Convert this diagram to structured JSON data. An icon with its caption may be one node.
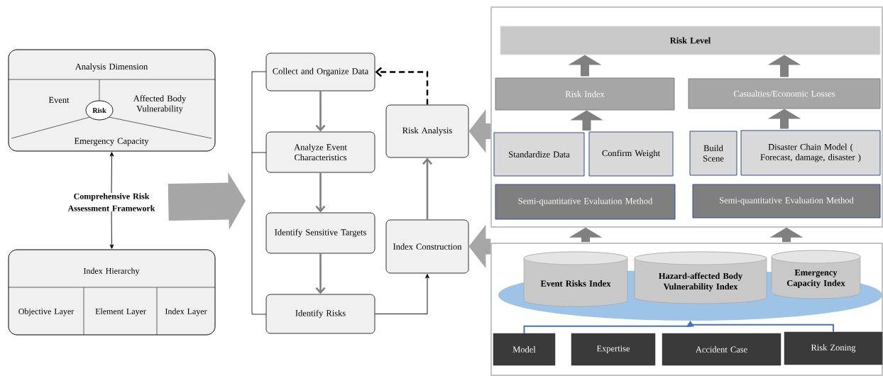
{
  "diagram": {
    "nodes": [
      {
        "text": [
          "Analysis Dimension",
          "Event",
          "Affected Body Vulnerability",
          "Emergency Capacity"
        ]
      },
      {
        "text": [
          "Risk"
        ],
        "in": 0
      },
      {
        "text": [
          "Comprehensive Risk Assessment Framework"
        ]
      },
      {
        "text": [
          "Index Hierarchy",
          "Objective Layer",
          "Element Layer",
          "Index Layer"
        ]
      },
      {
        "text": [
          "Collect and Organize Data"
        ]
      },
      {
        "text": [
          "Analyze Event Characteristics"
        ]
      },
      {
        "text": [
          "Identify Sensitive Targets"
        ]
      },
      {
        "text": [
          "Identify Risks"
        ]
      },
      {
        "text": [
          "Risk Analysis"
        ]
      },
      {
        "text": [
          "Index Construction"
        ]
      },
      {
        "text": [],
        "shape": "box"
      },
      {
        "text": [
          "Risk Level"
        ],
        "in": 10
      },
      {
        "text": [
          "Risk Index"
        ],
        "in": 10
      },
      {
        "text": [
          "Casualties/Economic Losses"
        ],
        "in": 10
      },
      {
        "text": [
          "Standardize Data"
        ],
        "in": 10
      },
      {
        "text": [
          "Confirm Weight"
        ],
        "in": 10
      },
      {
        "text": [
          "Build Scene"
        ],
        "in": 10
      },
      {
        "text": [
          "Disaster Chain Model ( Forecast, damage, disaster )"
        ],
        "in": 10
      },
      {
        "text": [
          "Semi-quantitative Evaluation Method"
        ],
        "in": 10
      },
      {
        "text": [
          "Semi-quantitative Evaluation Method"
        ],
        "in": 10
      },
      {
        "text": [],
        "shape": "box"
      },
      {
        "text": [],
        "shape": "ellipse",
        "in": 20
      },
      {
        "text": [
          "Event Risks Index"
        ],
        "in": 20
      },
      {
        "text": [
          "Hazard-affected Body Vulnerability Index"
        ],
        "in": 20
      },
      {
        "text": [
          "Emergency Capacity Index"
        ],
        "in": 20
      },
      {
        "text": [
          "Model"
        ],
        "in": 20
      },
      {
        "text": [
          "Expertise"
        ],
        "in": 20
      },
      {
        "text": [
          "Accident Case"
        ],
        "in": 20
      },
      {
        "text": [
          "Risk Zoning"
        ],
        "in": 20
      }
    ],
    "edges": [
      {
        "from": 2,
        "to": 0,
        "arrow": "to",
        "color": "#000000"
      },
      {
        "from": 2,
        "to": 3,
        "arrow": "to",
        "color": "#000000"
      },
      {
        "from": 2,
        "to": null,
        "arrow": "to",
        "style": "thick",
        "color": "#a6a6a6"
      },
      {
        "from": 4,
        "to": 5,
        "arrow": "to"
      },
      {
        "from": 5,
        "to": 6,
        "arrow": "to"
      },
      {
        "from": 6,
        "to": 7,
        "arrow": "to"
      },
      {
        "from": 7,
        "to": 9,
        "arrow": "to",
        "color": "#000000"
      },
      {
        "from": 9,
        "to": 8,
        "arrow": "to"
      },
      {
        "from": 8,
        "to": 4,
        "arrow": "to",
        "style": "dashed",
        "color": "#000000"
      },
      {
        "from": 10,
        "to": 8,
        "arrow": "to",
        "style": "thick",
        "color": "#a6a6a6"
      },
      {
        "from": 20,
        "to": 9,
        "arrow": "to",
        "style": "thick",
        "color": "#a6a6a6"
      },
      {
        "from": 12,
        "to": 11,
        "arrow": "to",
        "style": "thick"
      },
      {
        "from": 13,
        "to": 11,
        "arrow": "to",
        "style": "thick"
      },
      {
        "from": 14,
        "to": 12,
        "arrow": "to",
        "style": "thick"
      },
      {
        "from": 15,
        "to": 12,
        "arrow": "to",
        "style": "thick"
      },
      {
        "from": 17,
        "to": 13,
        "arrow": "to",
        "style": "thick"
      },
      {
        "from": 20,
        "to": 10,
        "arrow": "to",
        "style": "thick"
      },
      {
        "from": 20,
        "to": 10,
        "arrow": "to",
        "style": "thick"
      },
      {
        "from": 25,
        "to": 21,
        "arrow": "to",
        "color": "#4472c4"
      },
      {
        "from": 28,
        "to": 21,
        "arrow": "to",
        "color": "#4472c4"
      }
    ]
  }
}
